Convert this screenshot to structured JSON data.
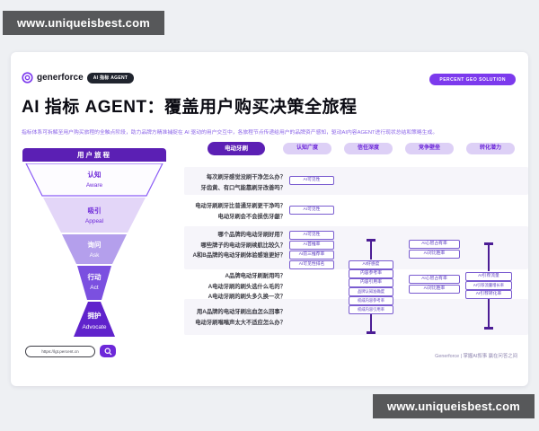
{
  "watermarks": {
    "top_left": "www.uniqueisbest.com",
    "bottom_right": "www.uniqueisbest.com"
  },
  "brand": {
    "logo_text": "generforce",
    "logo_badge": "AI 指标 AGENT",
    "solution_badge": "PERCENT GEO SOLUTION",
    "footer": "Generforce | 掌握AI叙事 赢在问答之间"
  },
  "page": {
    "title": "AI 指标 AGENT：覆盖用户购买决策全旅程",
    "subtitle": "指标体系可拆解至用户购买旅程的全触点阶段，助力品牌方精准捕捉在 AI 驱动的用户交互中，各旅程节点传递给用户的品牌资产感知，驱动AI内容AGENT进行现状总结和策略生成。"
  },
  "funnel": {
    "header": "用户旅程",
    "stages": [
      {
        "cn": "认知",
        "en": "Aware"
      },
      {
        "cn": "吸引",
        "en": "Appeal"
      },
      {
        "cn": "询问",
        "en": "Ask"
      },
      {
        "cn": "行动",
        "en": "Act"
      },
      {
        "cn": "拥护",
        "en": "Advocate"
      }
    ]
  },
  "url_bar": {
    "url": "https://lgt.percent.cn"
  },
  "matrix": {
    "category_pill": "电动牙刷",
    "dimension_pills": [
      "认知广度",
      "信任深度",
      "竞争壁垒",
      "转化潜力"
    ],
    "rows": [
      {
        "stage": "认知 Aware",
        "questions": [
          "每次刷牙感觉没刷干净怎么办？",
          "牙齿黄、有口气能靠刷牙改善吗？"
        ],
        "awareness_badges": [
          "AI可见性"
        ]
      },
      {
        "stage": "吸引 Appeal",
        "questions": [
          "电动牙刷刷牙比普通牙刷更干净吗？",
          "电动牙刷会不会损伤牙龈？"
        ],
        "awareness_badges": [
          "AI可见性"
        ]
      },
      {
        "stage": "询问 Ask",
        "questions": [
          "哪个品牌的电动牙刷好用？",
          "哪些牌子的电动牙刷续航比较久？",
          "A和B品牌的电动牙刷体验感谁更好？"
        ],
        "awareness_badges": [
          "AI可见性",
          "AI首推率",
          "AI前三推荐率",
          "AI可见性排名"
        ],
        "competition_badges": [
          "AI心智占有率",
          "AI对比胜率"
        ]
      },
      {
        "stage": "行动 Act",
        "questions": [
          "A品牌电动牙刷耐用吗？",
          "A电动牙刷的刷头选什么毛的？",
          "A电动牙刷的刷头多久换一次？"
        ],
        "competition_badges": [
          "AI心智占有率",
          "AI对比胜率"
        ],
        "conversion_badges": [
          "AI引荐流量",
          "AI引荐流量增长率",
          "AI引荐转化率"
        ]
      },
      {
        "stage": "拥护 Advocate",
        "questions": [
          "用A品牌的电动牙刷出血怎么回事？",
          "电动牙刷嗡嗡声太大不适应怎么办？"
        ]
      }
    ],
    "trust_badges": [
      "AI好感度",
      "内容参考率",
      "内容引用率",
      "品牌认知准确度",
      "权威内容参考率",
      "权威内容引用率"
    ]
  },
  "colors": {
    "accent": "#6d28d9",
    "deep_purple": "#5b1fb4",
    "pill_light_bg": "#ddd0f6",
    "badge_border": "#7a5cd0",
    "watermark_bg": "#57585a",
    "row_stripe": "#f6f5fa"
  }
}
